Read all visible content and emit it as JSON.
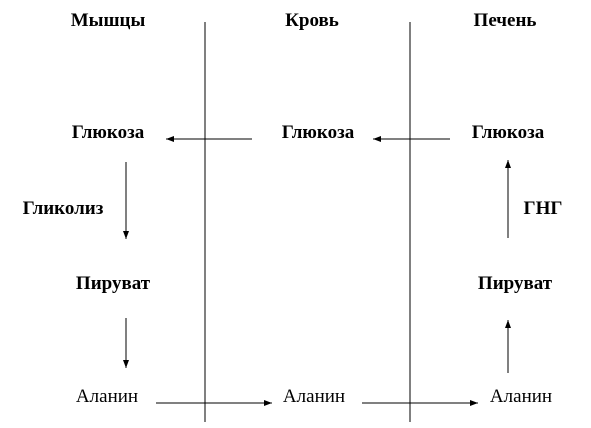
{
  "headers": {
    "muscle": "Мышцы",
    "blood": "Кровь",
    "liver": "Печень"
  },
  "muscle": {
    "glucose": "Глюкоза",
    "glycolysis": "Гликолиз",
    "pyruvate": "Пируват",
    "alanine": "Аланин"
  },
  "blood": {
    "glucose": "Глюкоза",
    "alanine": "Аланин"
  },
  "liver": {
    "glucose": "Глюкоза",
    "gng": "ГНГ",
    "pyruvate": "Пируват",
    "alanine": "Аланин"
  }
}
